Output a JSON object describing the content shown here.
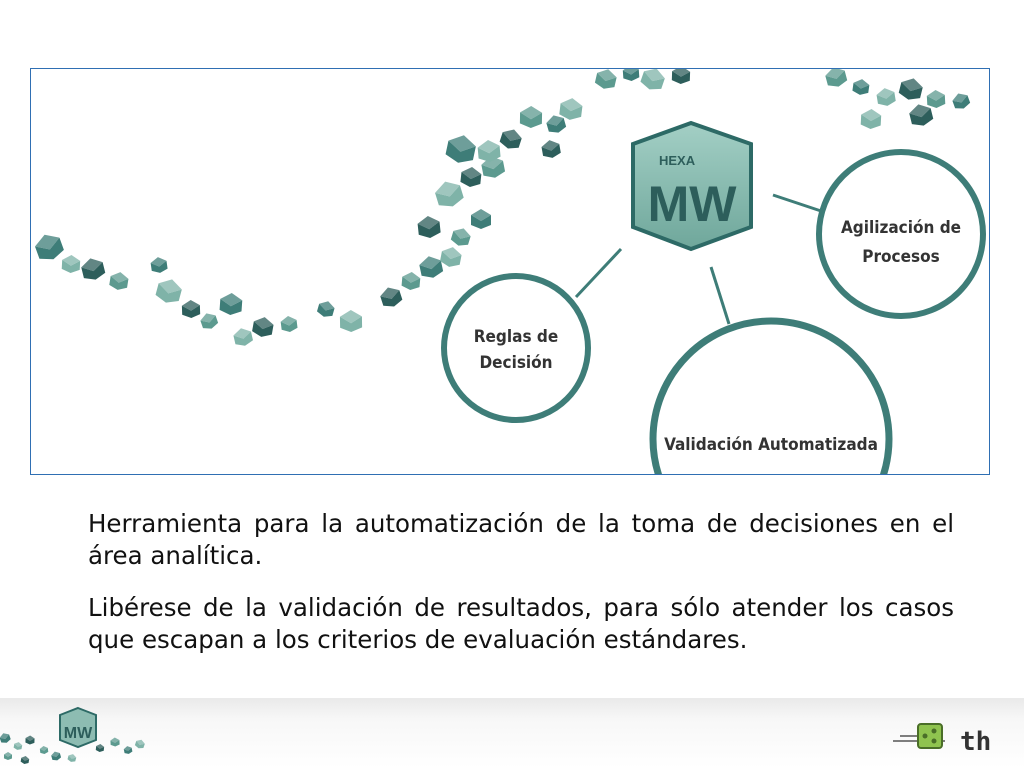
{
  "logo": {
    "top_text": "HEXA",
    "main_text": "MW"
  },
  "circles": {
    "reglas": [
      "Reglas de",
      "Decisión"
    ],
    "agilizacion": [
      "Agilización de",
      "Procesos"
    ],
    "validacion": "Validación Automatizada"
  },
  "body": {
    "p1": "Herramienta para la automatización de la toma de decisiones en el área analítica.",
    "p2": "Libérese de la validación de resultados, para sólo atender los casos que escapan a los criterios de evaluación estándares."
  },
  "footer": {
    "logo_small": "MW",
    "brand_text": "th"
  },
  "colors": {
    "teal": "#3e7d78",
    "teal_light": "#7fb3a8",
    "teal_dark": "#2d5e5b",
    "hex_fill": "#8dbcb2",
    "border_blue": "#2f6fb3"
  }
}
